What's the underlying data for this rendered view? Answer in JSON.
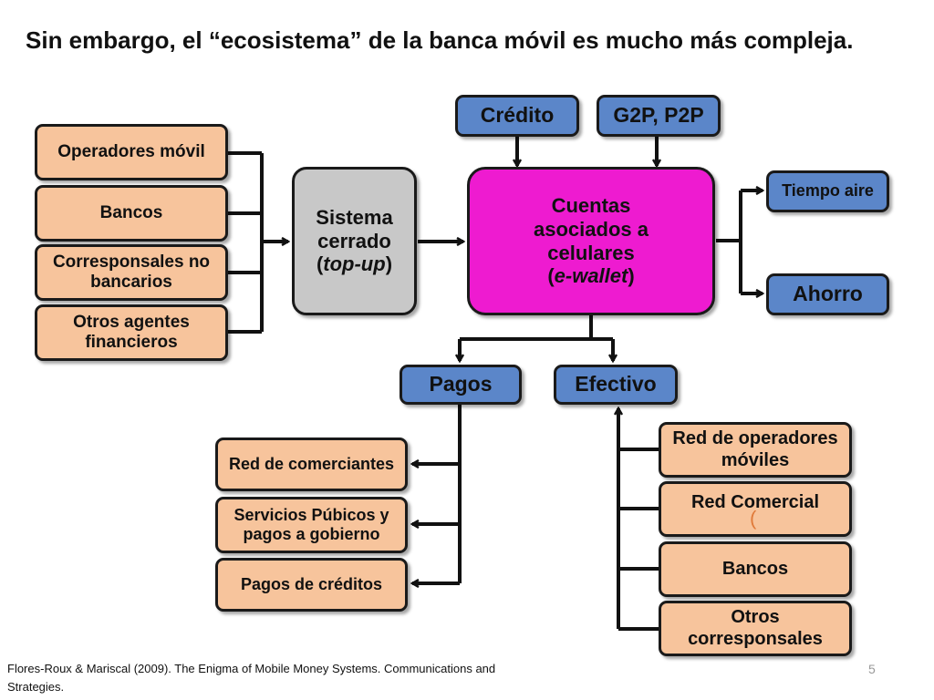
{
  "title": "Sin embargo, el “ecosistema” de la banca móvil es mucho más compleja.",
  "left_sources": [
    "Operadores móvil",
    "Bancos",
    "Corresponsales no bancarios",
    "Otros agentes financieros"
  ],
  "closed_system": {
    "line1": "Sistema",
    "line2": "cerrado",
    "line3_open": "(",
    "line3_italic": "top-up",
    "line3_close": ")"
  },
  "center": {
    "line1": "Cuentas",
    "line2": "asociados a",
    "line3": "celulares",
    "line4_open": "(",
    "line4_italic": "e-wallet",
    "line4_close": ")"
  },
  "top_inputs": [
    "Crédito",
    "G2P, P2P"
  ],
  "right_outputs": [
    "Tiempo aire",
    "Ahorro"
  ],
  "bottom_branches": [
    "Pagos",
    "Efectivo"
  ],
  "payment_targets": [
    "Red de comerciantes",
    "Servicios Púbicos y pagos a gobierno",
    "Pagos de créditos"
  ],
  "cash_sources": [
    "Red de operadores móviles",
    "Red Comercial",
    "Bancos",
    "Otros corresponsales"
  ],
  "stray_glyph": "(",
  "footer": "Flores-Roux & Mariscal (2009). The Enigma of Mobile Money Systems. Communications and Strategies.",
  "page_number": "5",
  "colors": {
    "orange": "#f7c49c",
    "blue": "#5b86c9",
    "gray": "#c8c8c8",
    "magenta": "#ee1bd0"
  }
}
